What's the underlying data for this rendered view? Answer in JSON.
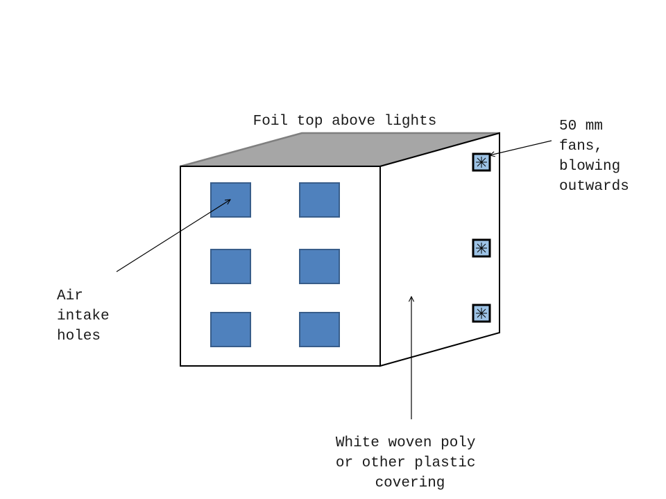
{
  "labels": {
    "top": "Foil top above lights",
    "fans": [
      "50 mm",
      "fans,",
      "blowing",
      "outwards"
    ],
    "intake": [
      "Air",
      "intake",
      "holes"
    ],
    "covering": [
      "White woven poly",
      "or other plastic",
      "covering"
    ]
  },
  "colors": {
    "foil_top": "#a6a6a6",
    "intake_hole": "#4f81bd",
    "intake_hole_border": "#385d8a",
    "fan_fill": "#9dc3e6"
  },
  "intake_hole_count": 6,
  "fan_count": 3
}
